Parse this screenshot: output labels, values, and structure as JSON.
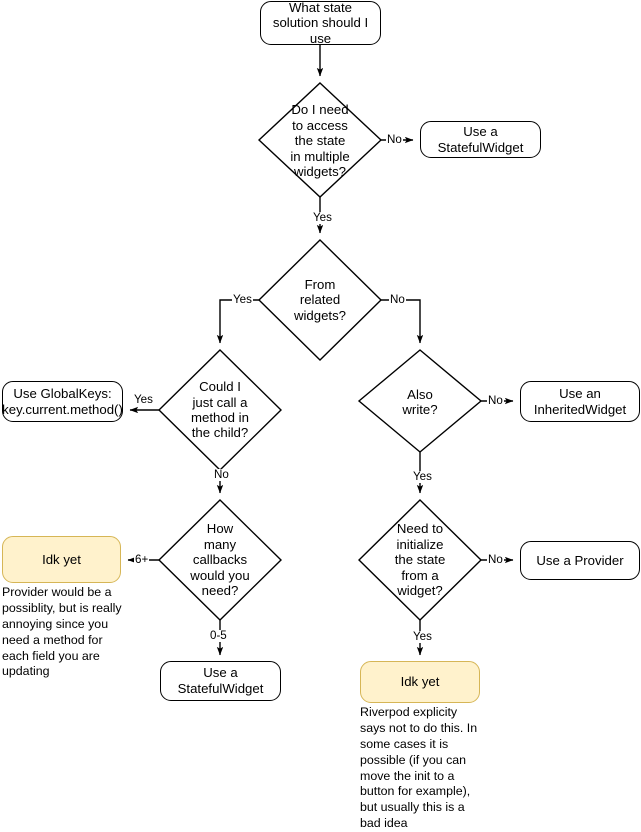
{
  "diagram": {
    "title": "Flutter state management decision flowchart",
    "colors": {
      "stroke": "#000000",
      "box_fill": "#ffffff",
      "accent_fill": "#fff2cc",
      "accent_stroke": "#d6b656",
      "text": "#000000"
    },
    "nodes": {
      "start": "What state solution should I use",
      "q_multiple_widgets": "Do I need to access the state in multiple widgets?",
      "q_multiple_widgets_lines": [
        "Do I need",
        "to access",
        "the state",
        "in multiple",
        "widgets?"
      ],
      "stateful_top": "Use a StatefulWidget",
      "q_related": "From related widgets?",
      "q_related_lines": [
        "From",
        "related",
        "widgets?"
      ],
      "q_method_child": "Could I just call a method in the child?",
      "q_method_child_lines": [
        "Could I",
        "just call a",
        "method in",
        "the child?"
      ],
      "globalkeys": "Use GlobalKeys: key.current.method()",
      "globalkeys_lines": [
        "Use GlobalKeys:",
        "key.current.method()"
      ],
      "q_callbacks": "How many callbacks would you need?",
      "q_callbacks_lines": [
        "How",
        "many",
        "callbacks",
        "would you",
        "need?"
      ],
      "idk_left": "Idk yet",
      "stateful_bottom": "Use a StatefulWidget",
      "q_also_write": "Also write?",
      "q_also_write_lines": [
        "Also",
        "write?"
      ],
      "inherited": "Use an InheritedWidget",
      "inherited_lines": [
        "Use an",
        "InheritedWidget"
      ],
      "q_initialize": "Need to initialize the state from a widget?",
      "q_initialize_lines": [
        "Need to",
        "initialize",
        "the state",
        "from a",
        "widget?"
      ],
      "provider": "Use a Provider",
      "idk_right": "Idk yet"
    },
    "edge_labels": {
      "multiple_no": "No",
      "multiple_yes": "Yes",
      "related_yes": "Yes",
      "related_no": "No",
      "method_yes": "Yes",
      "method_no": "No",
      "callbacks_6plus": "6+",
      "callbacks_0_5": "0-5",
      "write_no": "No",
      "write_yes": "Yes",
      "init_no": "No",
      "init_yes": "Yes"
    },
    "notes": {
      "left_note": "Provider would be a possiblity, but is really annoying since you need a method for each field you are updating",
      "right_note": "Riverpod explicity says not to do this. In some cases it is possible (if you can move the init to a button for example), but usually this is a bad idea"
    }
  }
}
